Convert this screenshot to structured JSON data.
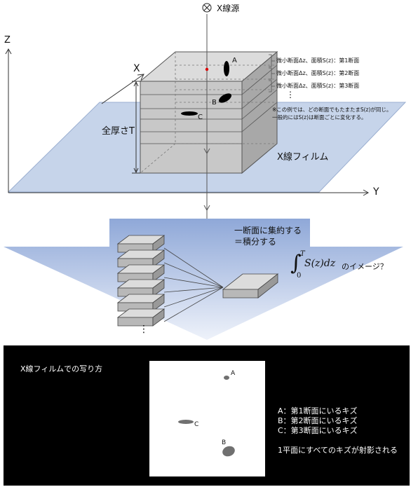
{
  "xray_source_label": "X線源",
  "axes": {
    "z": "Z",
    "x": "X",
    "y": "Y"
  },
  "thickness_label": "全厚さT",
  "film_label": "X線フィルム",
  "defect_labels": {
    "a": "A",
    "b": "B",
    "c": "C"
  },
  "sections": [
    "微小断面Δz、面積S(z)：第1断面",
    "微小断面Δz、面積S(z)：第2断面",
    "微小断面Δz、面積S(z)：第3断面"
  ],
  "ellipsis": "⋮",
  "note_line1": "※この例では、どの断面でもたまたまS(z)が同じ。",
  "note_line2": "一般的にはS(z)は断面ごとに変化する。",
  "integrate_line1": "一断面に集約する",
  "integrate_line2": "＝積分する",
  "integral": {
    "upper": "T",
    "lower": "0",
    "body": "S(z)dz"
  },
  "integral_caption": "のイメージ？",
  "bottom": {
    "title": "X線フィルムでの写り方",
    "legend": [
      "A：第1断面にいるキズ",
      "B：第2断面にいるキズ",
      "C：第3断面にいるキズ"
    ],
    "summary": "1平面にすべてのキズが射影される"
  },
  "colors": {
    "film": "#c6d4ea",
    "block_front": "#c8c8c8",
    "block_side": "#a8a8a8",
    "block_top": "#dcdcdc",
    "panel": "#000000",
    "shadow": "#7a7a7a"
  }
}
